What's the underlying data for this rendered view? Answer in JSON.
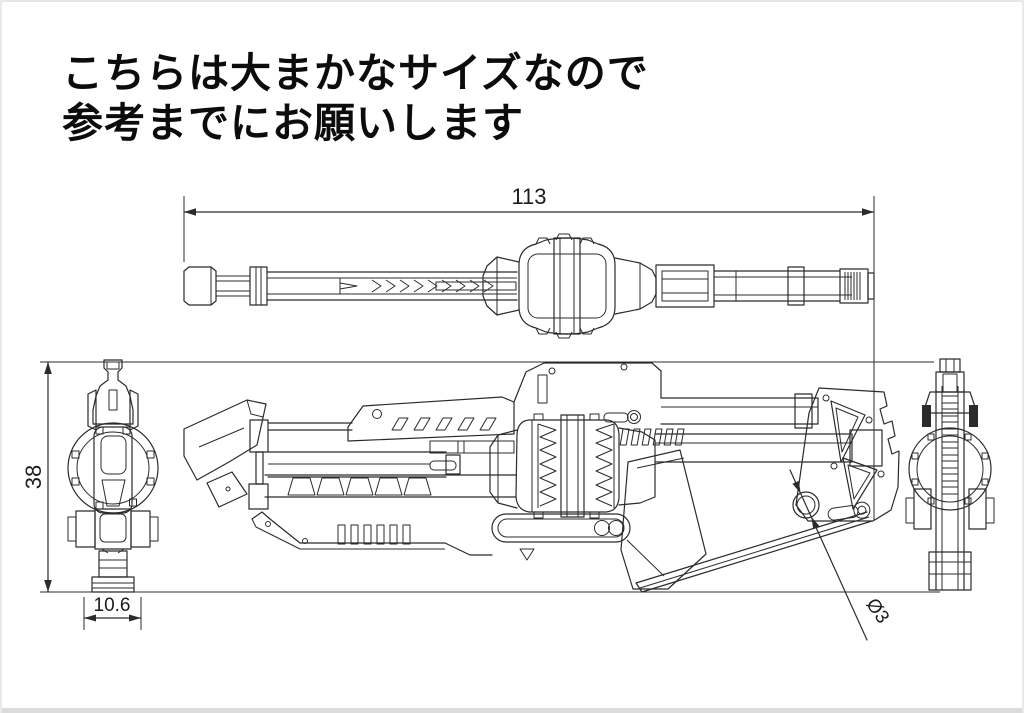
{
  "heading": {
    "line1": "こちらは大まかなサイズなので",
    "line2": "参考までにお願いします"
  },
  "dimensions": {
    "overall_length": "113",
    "overall_height": "38",
    "base_width": "10.6",
    "hole_diameter": "Ø3"
  },
  "colors": {
    "background": "#ffffff",
    "line": "#2b2b2b",
    "edge_strip": "#dcdcdc"
  }
}
